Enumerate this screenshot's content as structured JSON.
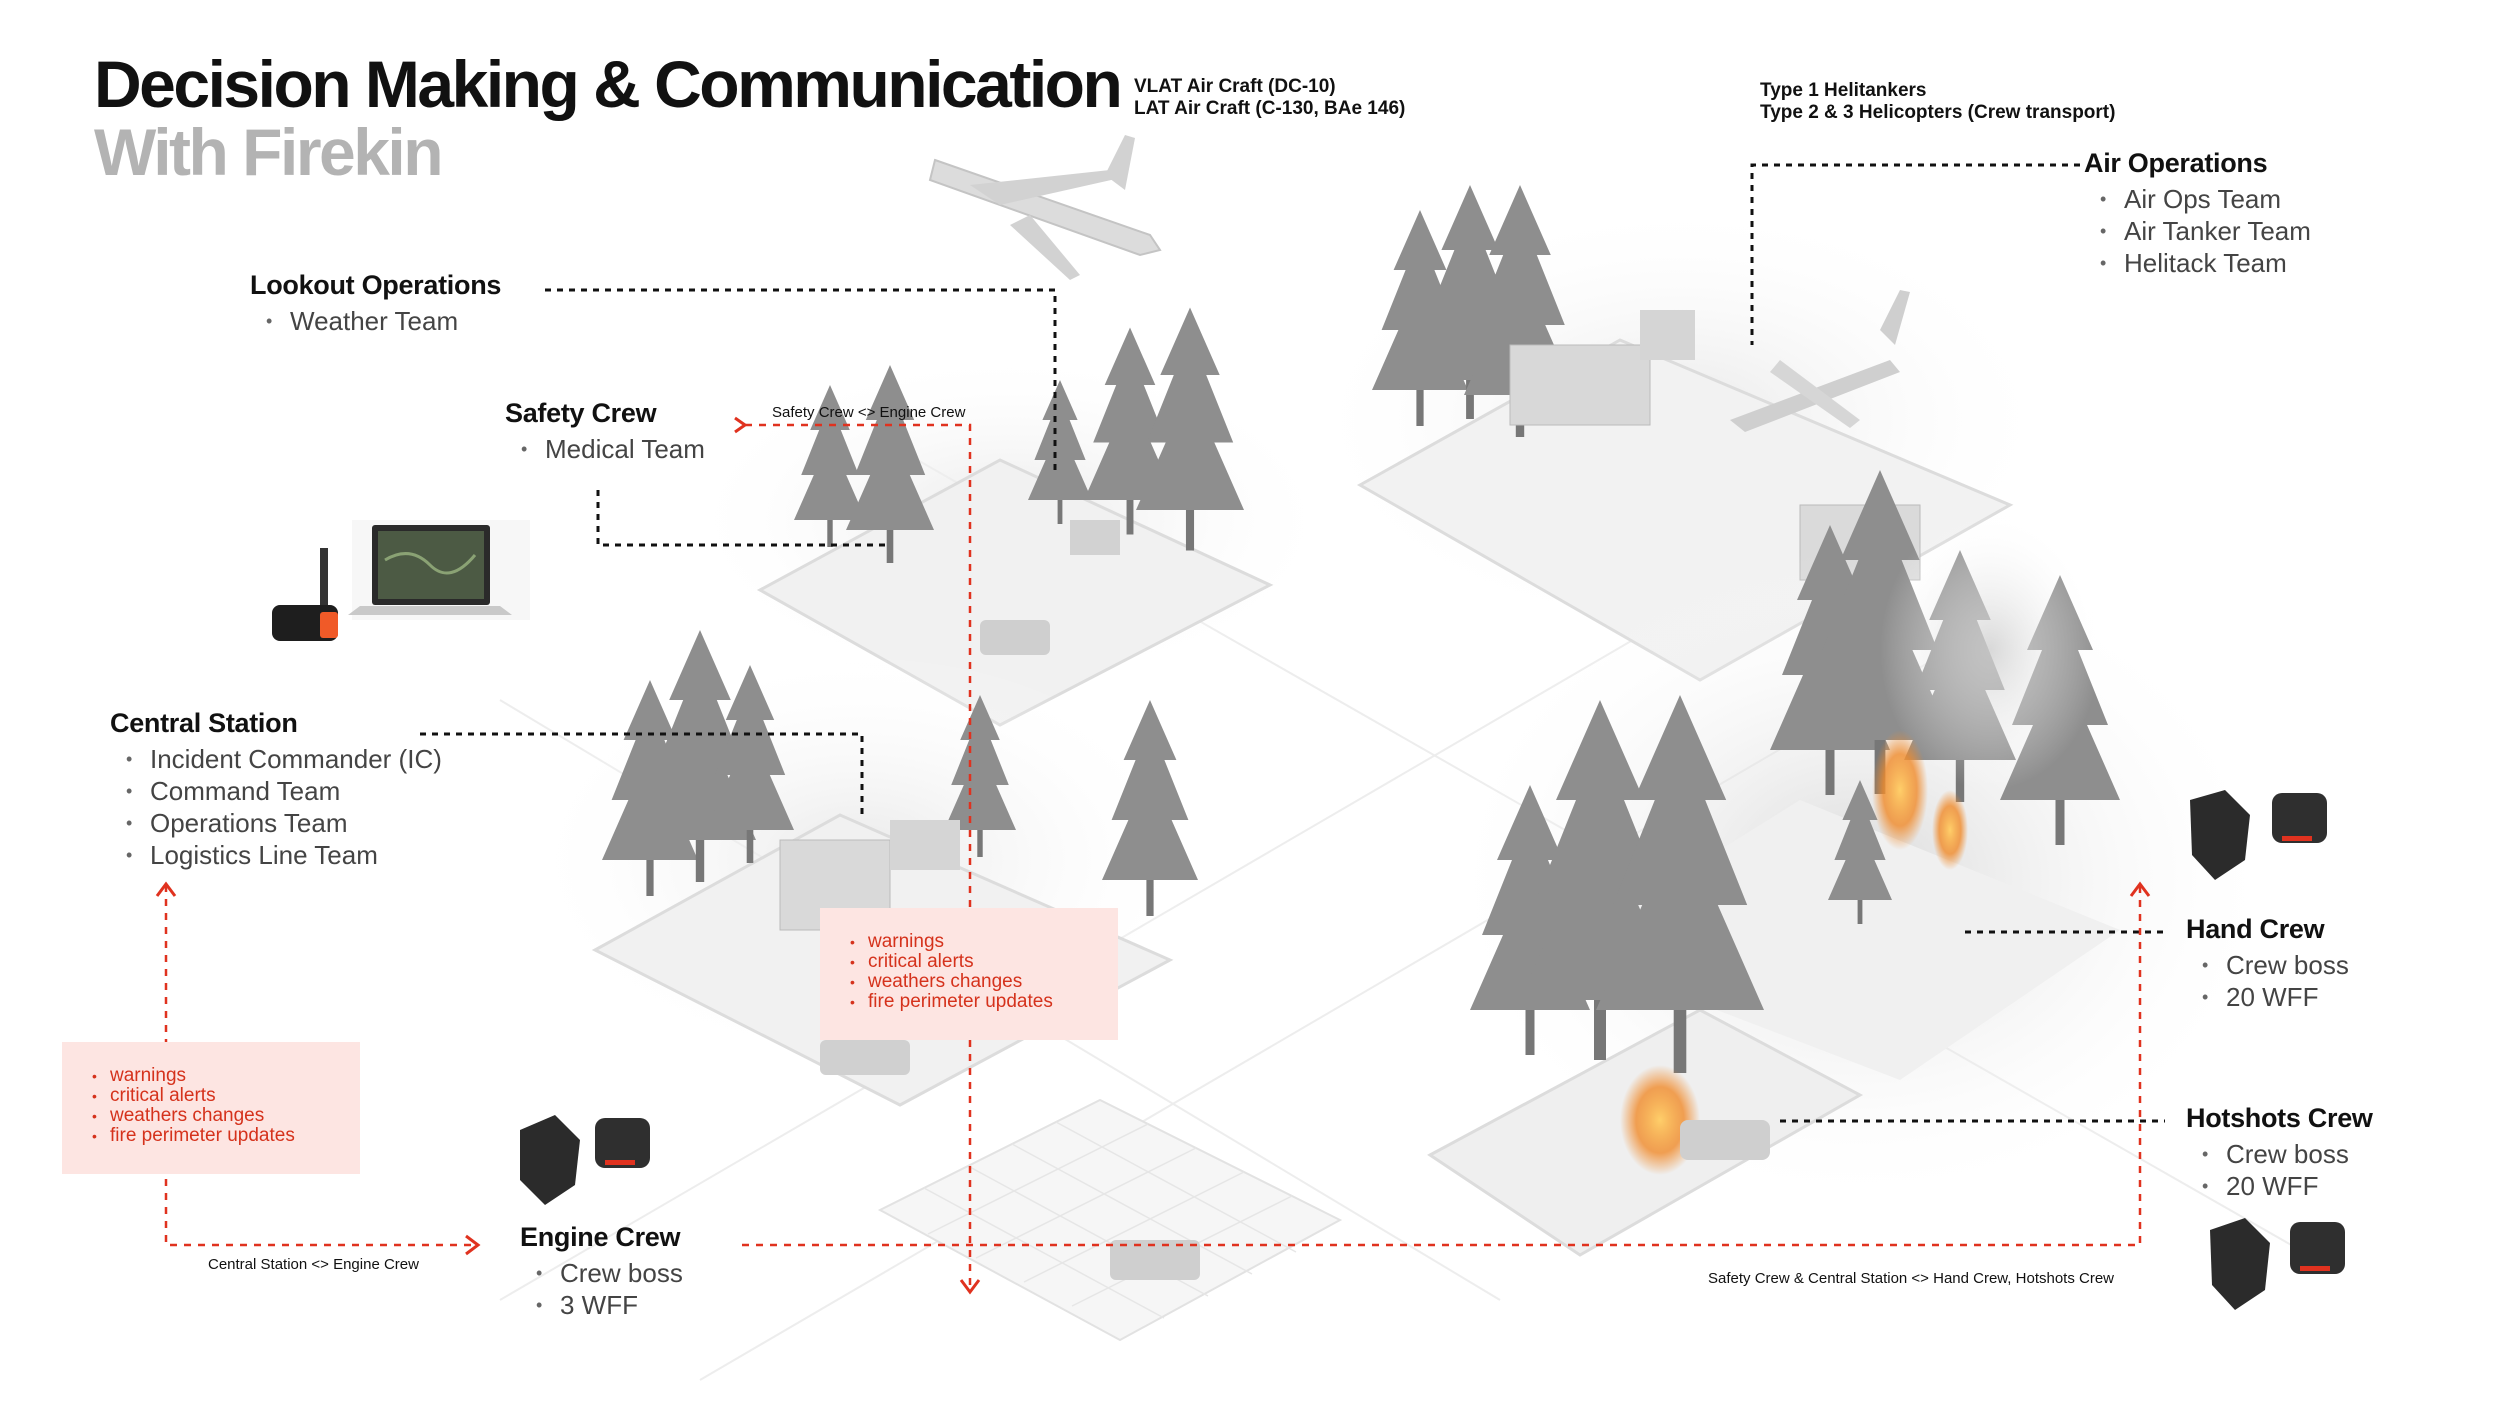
{
  "title": {
    "main": "Decision Making & Communication",
    "sub": "With Firekin"
  },
  "aircraft": {
    "left_line1": "VLAT Air Craft (DC-10)",
    "left_line2": "LAT Air Craft (C-130, BAe 146)",
    "right_line1": "Type 1 Helitankers",
    "right_line2": "Type 2 & 3 Helicopters (Crew transport)"
  },
  "air_operations": {
    "title": "Air Operations",
    "items": [
      "Air Ops Team",
      "Air Tanker Team",
      "Helitack Team"
    ]
  },
  "lookout_operations": {
    "title": "Lookout Operations",
    "items": [
      "Weather Team"
    ]
  },
  "safety_crew": {
    "title": "Safety Crew",
    "items": [
      "Medical Team"
    ]
  },
  "central_station": {
    "title": "Central Station",
    "items": [
      "Incident Commander (IC)",
      "Command Team",
      "Operations Team",
      "Logistics Line Team"
    ]
  },
  "engine_crew": {
    "title": "Engine Crew",
    "items": [
      "Crew boss",
      "3 WFF"
    ]
  },
  "hand_crew": {
    "title": "Hand Crew",
    "items": [
      "Crew boss",
      "20 WFF"
    ]
  },
  "hotshots_crew": {
    "title": "Hotshots Crew",
    "items": [
      "Crew boss",
      "20 WFF"
    ]
  },
  "alerts": {
    "items": [
      "warnings",
      "critical alerts",
      "weathers changes",
      "fire perimeter updates"
    ]
  },
  "connections": {
    "safety_engine": "Safety Crew <> Engine Crew",
    "central_engine": "Central Station <> Engine Crew",
    "safety_central_hand_hotshots": "Safety Crew & Central Station <> Hand Crew, Hotshots Crew"
  },
  "colors": {
    "accent_red": "#e0321f",
    "alert_bg": "#fde5e2",
    "title_gray": "#b3b3b3"
  }
}
